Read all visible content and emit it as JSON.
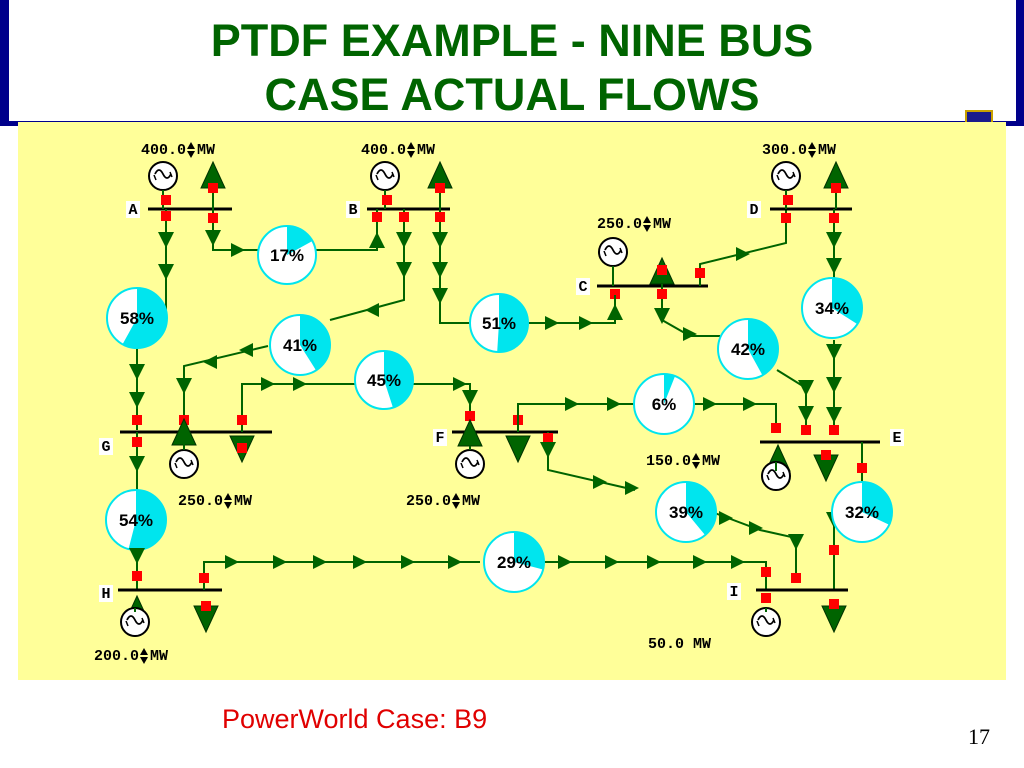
{
  "title": "PTDF  EXAMPLE  -  NINE  BUS\nCASE ACTUAL  FLOWS",
  "caption": "PowerWorld Case: B9",
  "page_number": "17",
  "colors": {
    "title": "#006400",
    "panel": "#ffff99",
    "line": "#006400",
    "breaker": "#ff0000",
    "pie_fill": "#00e5ee",
    "pie_bg": "#ffffff",
    "caption": "#e00000"
  },
  "buses": [
    {
      "id": "A",
      "label": "A"
    },
    {
      "id": "B",
      "label": "B"
    },
    {
      "id": "C",
      "label": "C"
    },
    {
      "id": "D",
      "label": "D"
    },
    {
      "id": "E",
      "label": "E"
    },
    {
      "id": "F",
      "label": "F"
    },
    {
      "id": "G",
      "label": "G"
    },
    {
      "id": "H",
      "label": "H"
    },
    {
      "id": "I",
      "label": "I"
    }
  ],
  "generators": [
    {
      "bus": "A",
      "value": "400.0",
      "unit": "MW"
    },
    {
      "bus": "B",
      "value": "400.0",
      "unit": "MW"
    },
    {
      "bus": "D",
      "value": "300.0",
      "unit": "MW"
    },
    {
      "bus": "C",
      "value": "250.0",
      "unit": "MW"
    },
    {
      "bus": "E",
      "value": "150.0",
      "unit": "MW"
    },
    {
      "bus": "G",
      "value": "250.0",
      "unit": "MW"
    },
    {
      "bus": "F",
      "value": "250.0",
      "unit": "MW"
    },
    {
      "bus": "H",
      "value": "200.0",
      "unit": "MW"
    },
    {
      "bus": "I",
      "value": "50.0",
      "unit": "MW"
    }
  ],
  "line_loadings": [
    {
      "line": "A-B",
      "percent": 17,
      "label": "17%"
    },
    {
      "line": "A-G",
      "percent": 58,
      "label": "58%"
    },
    {
      "line": "B-G",
      "percent": 41,
      "label": "41%"
    },
    {
      "line": "B-C",
      "percent": 51,
      "label": "51%"
    },
    {
      "line": "C-D",
      "percent": 0,
      "label": ""
    },
    {
      "line": "D-E",
      "percent": 34,
      "label": "34%"
    },
    {
      "line": "C-E",
      "percent": 42,
      "label": "42%"
    },
    {
      "line": "G-F",
      "percent": 45,
      "label": "45%"
    },
    {
      "line": "F-E",
      "percent": 6,
      "label": "6%"
    },
    {
      "line": "F-I",
      "percent": 39,
      "label": "39%"
    },
    {
      "line": "E-I",
      "percent": 32,
      "label": "32%"
    },
    {
      "line": "G-H",
      "percent": 54,
      "label": "54%"
    },
    {
      "line": "H-I",
      "percent": 29,
      "label": "29%"
    }
  ]
}
